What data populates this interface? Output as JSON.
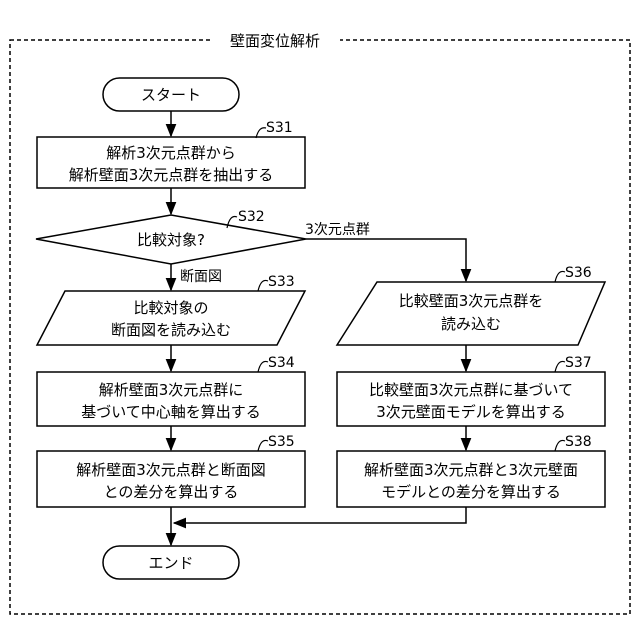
{
  "title": "壁面変位解析",
  "nodes": {
    "start": {
      "lines": [
        "スタート"
      ]
    },
    "s31": {
      "step": "S31",
      "lines": [
        "解析3次元点群から",
        "解析壁面3次元点群を抽出する"
      ]
    },
    "s32": {
      "step": "S32",
      "lines": [
        "比較対象?"
      ]
    },
    "s33": {
      "step": "S33",
      "lines": [
        "比較対象の",
        "断面図を読み込む"
      ]
    },
    "s34": {
      "step": "S34",
      "lines": [
        "解析壁面3次元点群に",
        "基づいて中心軸を算出する"
      ]
    },
    "s35": {
      "step": "S35",
      "lines": [
        "解析壁面3次元点群と断面図",
        "との差分を算出する"
      ]
    },
    "s36": {
      "step": "S36",
      "lines": [
        "比較壁面3次元点群を",
        "読み込む"
      ]
    },
    "s37": {
      "step": "S37",
      "lines": [
        "比較壁面3次元点群に基づいて",
        "3次元壁面モデルを算出する"
      ]
    },
    "s38": {
      "step": "S38",
      "lines": [
        "解析壁面3次元点群と3次元壁面",
        "モデルとの差分を算出する"
      ]
    },
    "end": {
      "lines": [
        "エンド"
      ]
    }
  },
  "edges": {
    "branch_section": "断面図",
    "branch_pointcloud": "3次元点群"
  }
}
